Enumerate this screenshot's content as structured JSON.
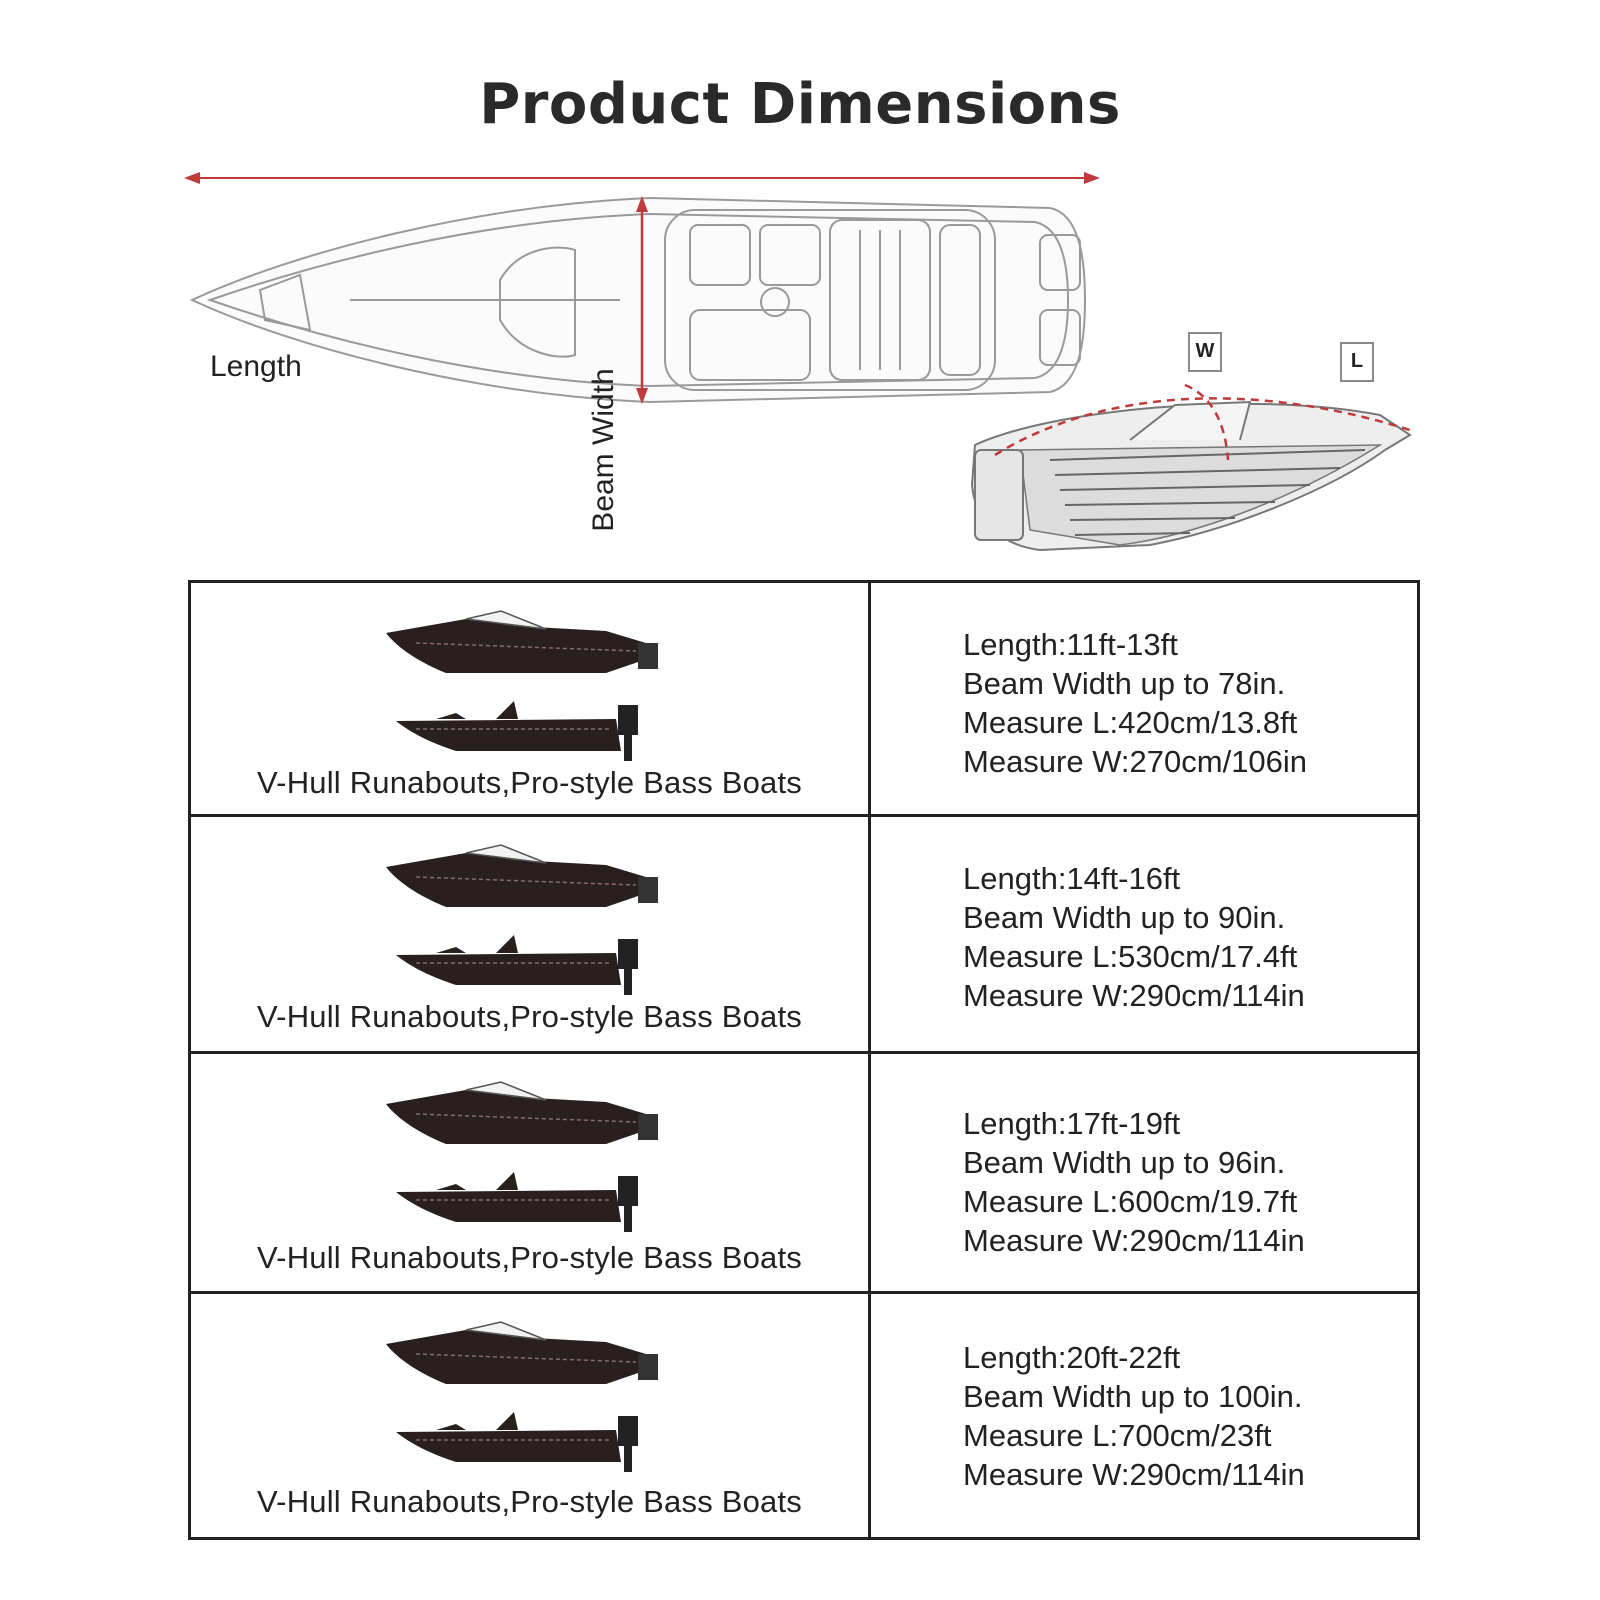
{
  "title": "Product Dimensions",
  "diagram": {
    "length_label": "Length",
    "beam_label": "Beam Width",
    "w_tag": "W",
    "l_tag": "L",
    "accent_color": "#c0393b"
  },
  "table": {
    "rows": [
      {
        "caption": "V-Hull Runabouts,Pro-style Bass Boats",
        "specs": [
          "Length:11ft-13ft",
          "Beam Width up to 78in.",
          "Measure L:420cm/13.8ft",
          "Measure W:270cm/106in"
        ]
      },
      {
        "caption": "V-Hull Runabouts,Pro-style Bass Boats",
        "specs": [
          "Length:14ft-16ft",
          "Beam Width up to 90in.",
          "Measure L:530cm/17.4ft",
          "Measure W:290cm/114in"
        ]
      },
      {
        "caption": "V-Hull Runabouts,Pro-style Bass Boats",
        "specs": [
          "Length:17ft-19ft",
          "Beam Width up to 96in.",
          "Measure L:600cm/19.7ft",
          "Measure W:290cm/114in"
        ]
      },
      {
        "caption": "V-Hull Runabouts,Pro-style Bass Boats",
        "specs": [
          "Length:20ft-22ft",
          "Beam Width up to 100in.",
          "Measure L:700cm/23ft",
          "Measure W:290cm/114in"
        ]
      }
    ]
  }
}
